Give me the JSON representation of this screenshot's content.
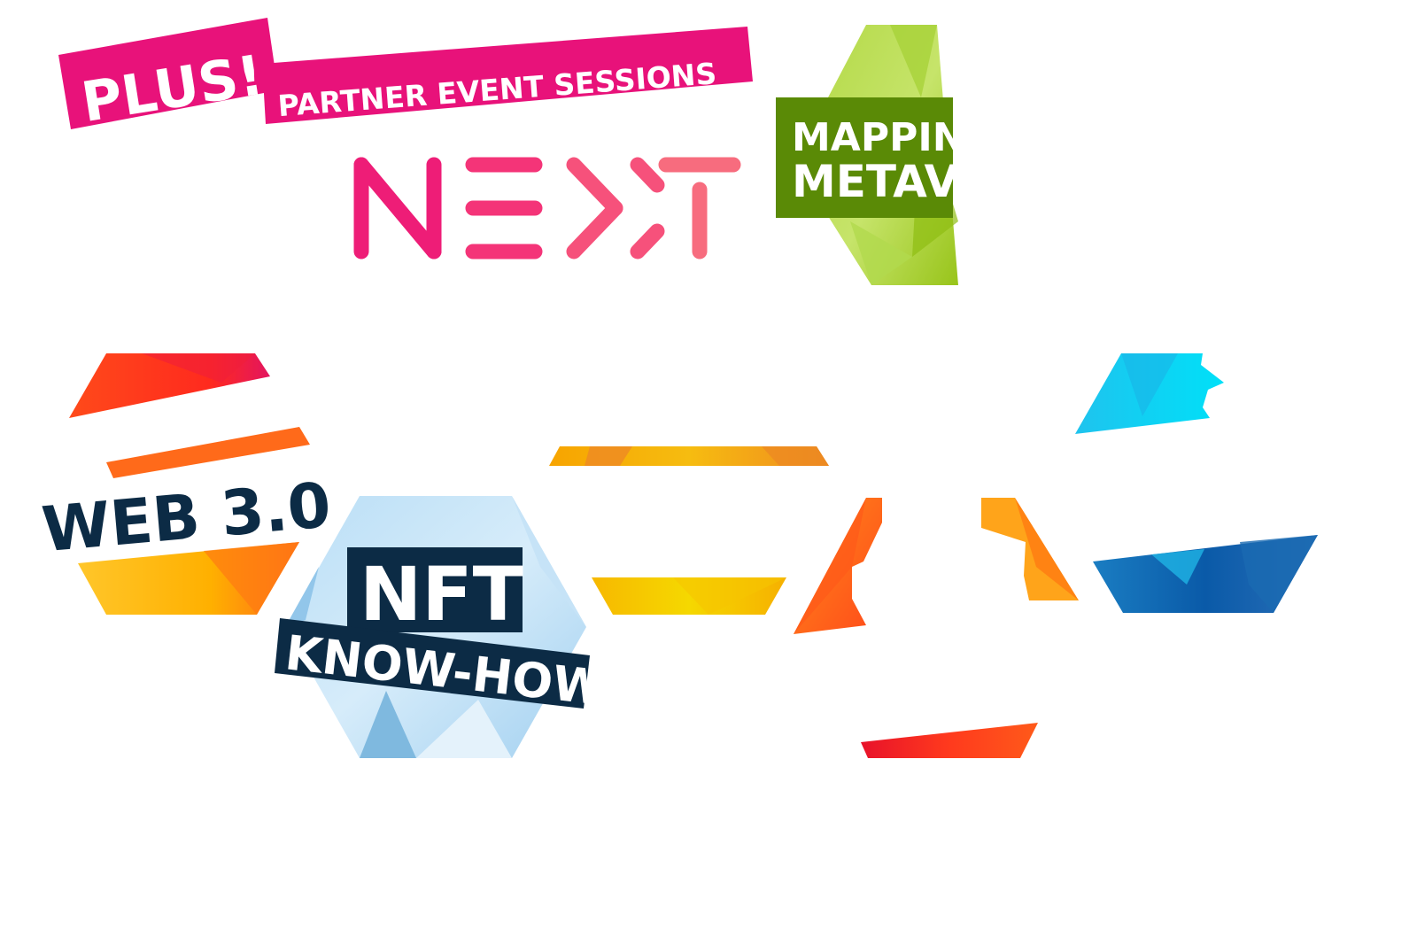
{
  "plus_banner": {
    "plus_text": "PLUS!",
    "sessions_text": "PARTNER EVENT SESSIONS",
    "color": "#E8127A"
  },
  "next_logo": {
    "letters": [
      "N",
      "E",
      "X",
      "T"
    ],
    "colors": [
      "#EE1D77",
      "#F43478",
      "#F6517B",
      "#F76C7E"
    ]
  },
  "metaverse_tile": {
    "line1": "MAPPIN",
    "line2": "METAV",
    "box_color": "#5A8A06",
    "tile_colors": [
      "#B7DB52",
      "#9CC72A",
      "#C9E66E"
    ]
  },
  "web3_tile": {
    "label": "WEB 3.0",
    "label_color": "#0C2B45",
    "tile_colors": [
      "#FF3A1D",
      "#FF6A1A",
      "#FFB000",
      "#FFCA28"
    ]
  },
  "nft_tile": {
    "line1": "NFT",
    "line2": "KNOW-HOW",
    "label_color": "#0C2B45",
    "tile_colors": [
      "#A9D5F3",
      "#D3EAF9",
      "#7FB9DF"
    ]
  },
  "orange_bands": {
    "tile_colors": [
      "#F7A000",
      "#F5C800",
      "#FF8A1A"
    ]
  },
  "red_orange_tile": {
    "tile_colors": [
      "#FF5A1A",
      "#FF8A1A",
      "#FFB000",
      "#E8122A"
    ]
  },
  "blue_tile": {
    "tile_colors": [
      "#00D5F3",
      "#1A7DC2",
      "#0A4E9A",
      "#1FB4E5"
    ]
  }
}
